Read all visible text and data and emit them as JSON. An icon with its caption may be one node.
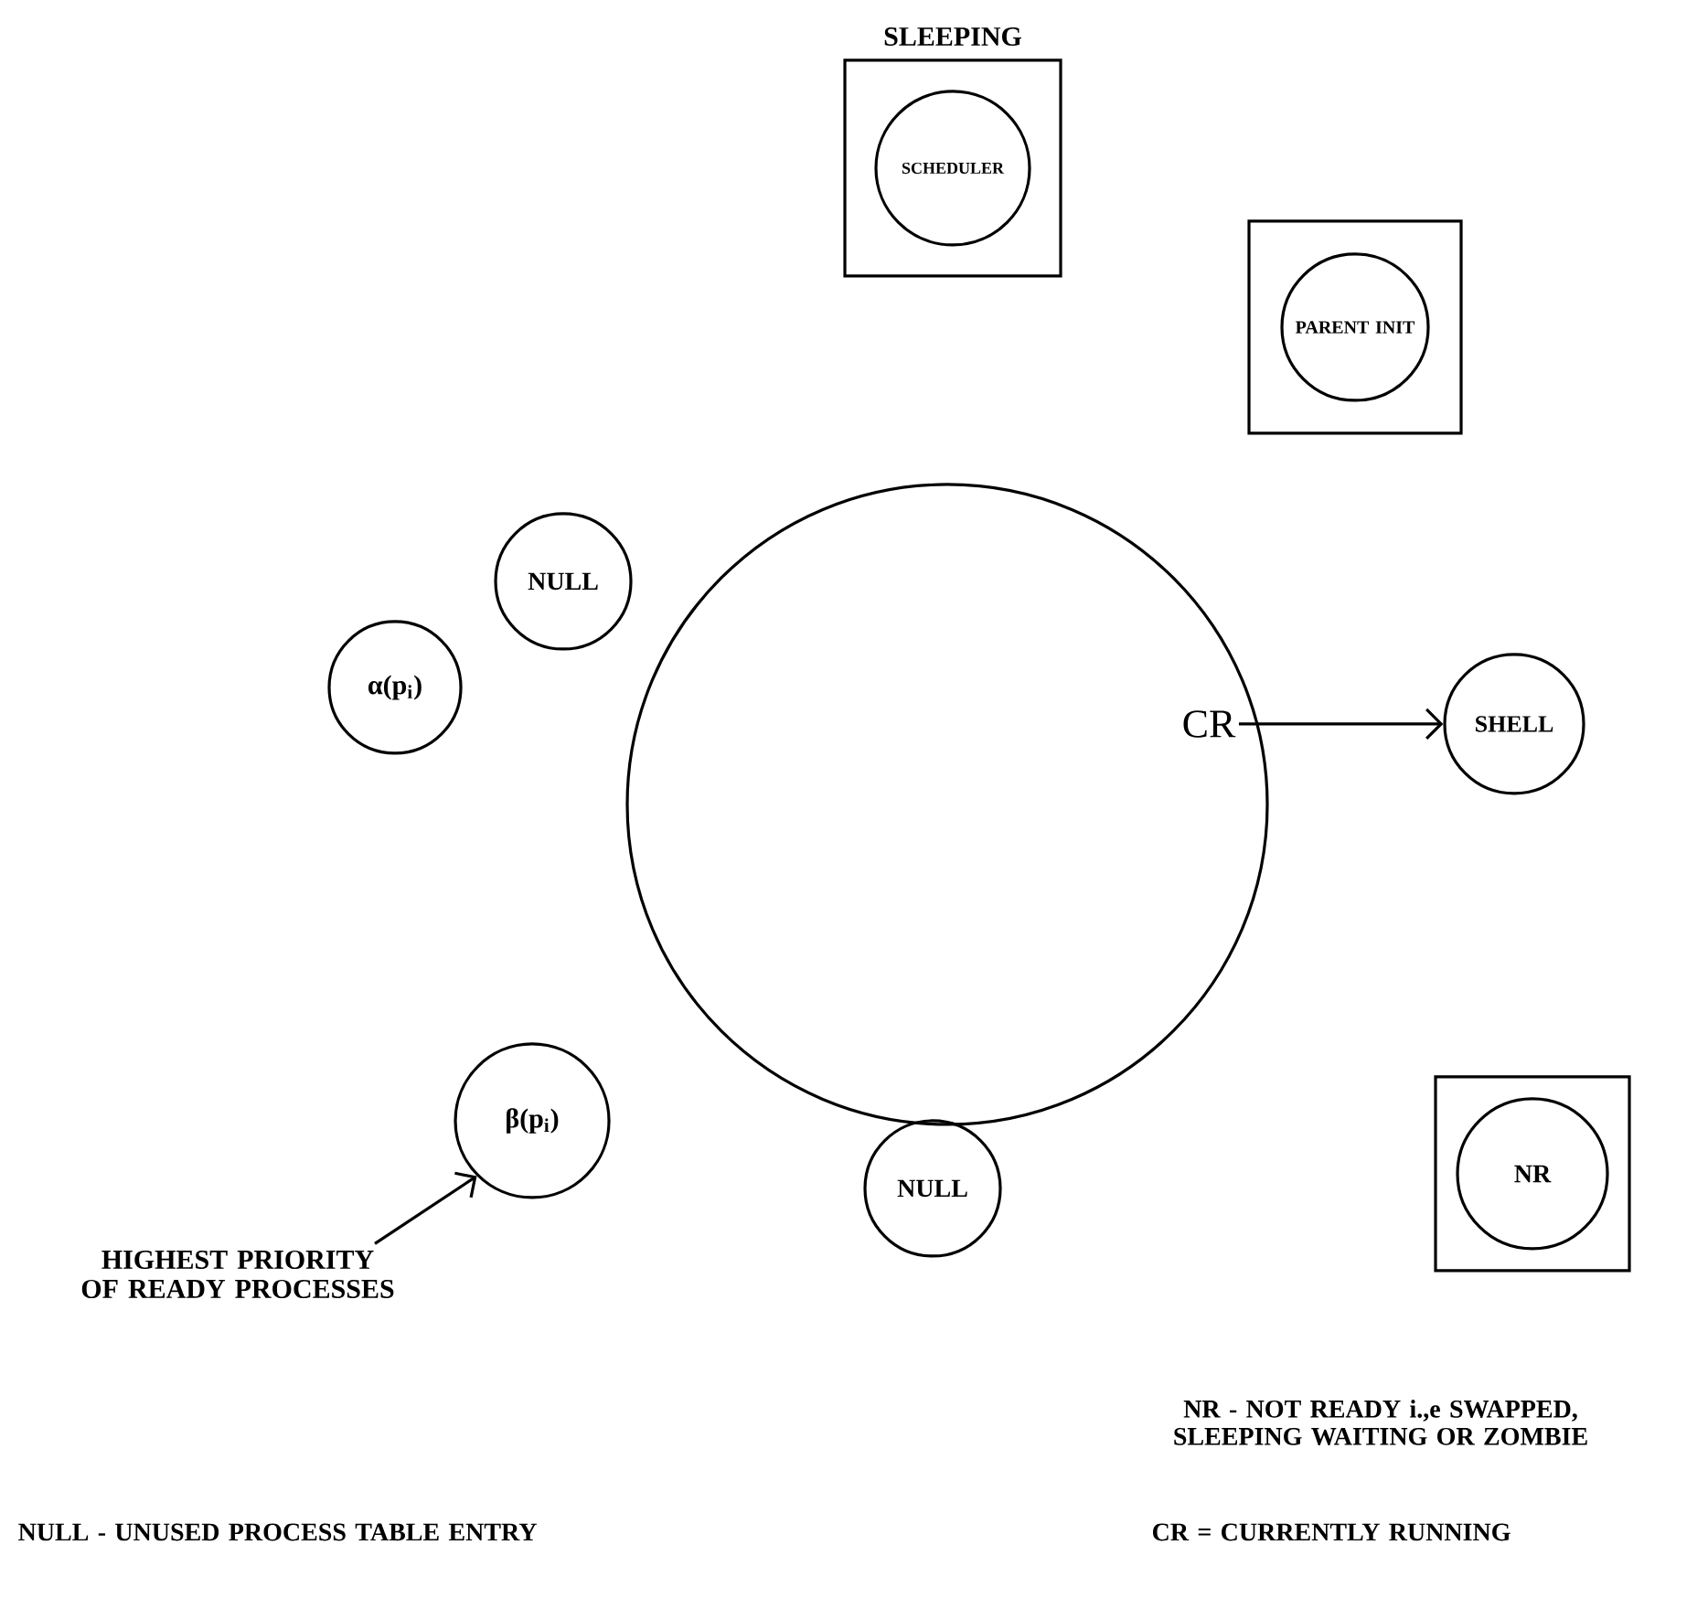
{
  "diagram": {
    "nodes": [
      {
        "text": [],
        "shape": "circle"
      },
      {
        "text": [
          "SLEEPING"
        ]
      },
      {
        "text": [
          "SCHEDULER"
        ],
        "in": 1
      },
      {
        "text": [],
        "shape": "box"
      },
      {
        "text": [
          "PARENT INIT"
        ],
        "in": 3
      },
      {
        "text": [
          "NULL"
        ]
      },
      {
        "text": [
          "α(p$_{i}$)"
        ]
      },
      {
        "text": [
          "CR"
        ],
        "in": 0
      },
      {
        "text": [
          "SHELL"
        ]
      },
      {
        "text": [],
        "shape": "box"
      },
      {
        "text": [
          "NR"
        ],
        "in": 9
      },
      {
        "text": [
          "β(p$_{i}$)"
        ]
      },
      {
        "text": [
          "HIGHEST PRIORITY OF READY PROCESSES"
        ]
      },
      {
        "text": [
          "NULL"
        ]
      }
    ],
    "edges": [
      {
        "from": 7,
        "to": 8,
        "arrow": "to"
      },
      {
        "from": 12,
        "to": 11,
        "arrow": "to"
      }
    ],
    "labels": [
      "NR - NOT READY i.,e SWAPPED, SLEEPING WAITING OR ZOMBIE",
      "NULL - UNUSED PROCESS TABLE ENTRY",
      "CR = CURRENTLY RUNNING"
    ]
  }
}
